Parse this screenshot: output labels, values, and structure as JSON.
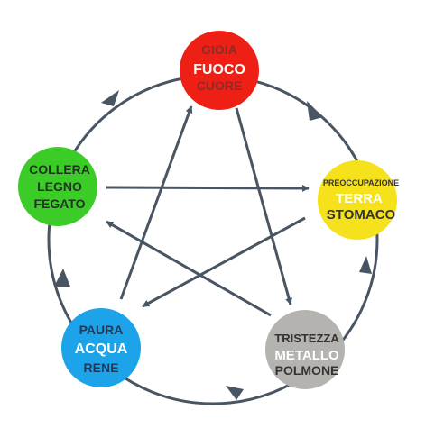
{
  "colors": {
    "arrow": "#4a5563",
    "fuoco": "#ee1f14",
    "terra": "#f5e11c",
    "metallo": "#b4b3b0",
    "acqua": "#1ca3e9",
    "legno": "#3ccc28"
  },
  "nodes": {
    "fuoco": {
      "emotion": "GIOIA",
      "element": "FUOCO",
      "organ": "CUORE"
    },
    "terra": {
      "emotion": "PREOCCUPAZIONE",
      "element": "TERRA",
      "organ": "STOMACO"
    },
    "metallo": {
      "emotion": "TRISTEZZA",
      "element": "METALLO",
      "organ": "POLMONE"
    },
    "acqua": {
      "emotion": "PAURA",
      "element": "ACQUA",
      "organ": "RENE"
    },
    "legno": {
      "emotion": "COLLERA",
      "element": "LEGNO",
      "organ": "FEGATO"
    }
  }
}
